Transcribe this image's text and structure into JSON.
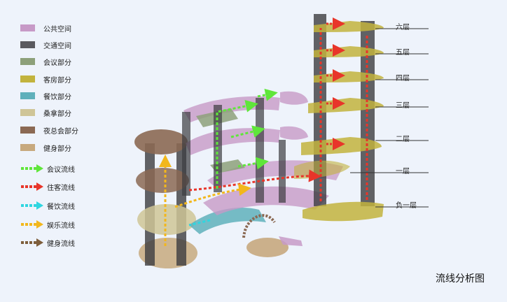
{
  "legend": {
    "areas": [
      {
        "label": "公共空间",
        "color": "#c79ac7"
      },
      {
        "label": "交通空间",
        "color": "#5a5a5f"
      },
      {
        "label": "会议部分",
        "color": "#8da07a"
      },
      {
        "label": "客房部分",
        "color": "#c2b33d"
      },
      {
        "label": "餐饮部分",
        "color": "#5fb0bb"
      },
      {
        "label": "桑拿部分",
        "color": "#cfc597"
      },
      {
        "label": "夜总会部分",
        "color": "#8b6953"
      },
      {
        "label": "健身部分",
        "color": "#c7a97e"
      }
    ],
    "flows": [
      {
        "label": "会议流线",
        "color": "#5fe63a"
      },
      {
        "label": "住客流线",
        "color": "#e8352a"
      },
      {
        "label": "餐饮流线",
        "color": "#2fd6e0"
      },
      {
        "label": "娱乐流线",
        "color": "#f2b71c"
      },
      {
        "label": "健身流线",
        "color": "#7e5e3c"
      }
    ]
  },
  "floors": [
    "六层",
    "五层",
    "四层",
    "三层",
    "二层",
    "一层",
    "负一层"
  ],
  "title": "流线分析图"
}
